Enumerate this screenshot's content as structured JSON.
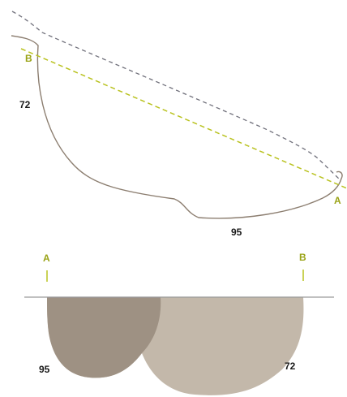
{
  "colors": {
    "outline": "#8c7e70",
    "dashed_outline": "#6f6f7a",
    "section_line": "#b9c21f",
    "section_label": "#9aa316",
    "text": "#1a1a1a",
    "ground": "#9a9a9a",
    "fill_dark": "#9e9183",
    "fill_light": "#c3b8aa"
  },
  "plan_view": {
    "label_a": "A",
    "label_b": "B",
    "feature_72_label": "72",
    "feature_95_label": "95"
  },
  "section_view": {
    "label_a": "A",
    "label_b": "B",
    "feature_95_label": "95",
    "feature_72_label": "72"
  }
}
